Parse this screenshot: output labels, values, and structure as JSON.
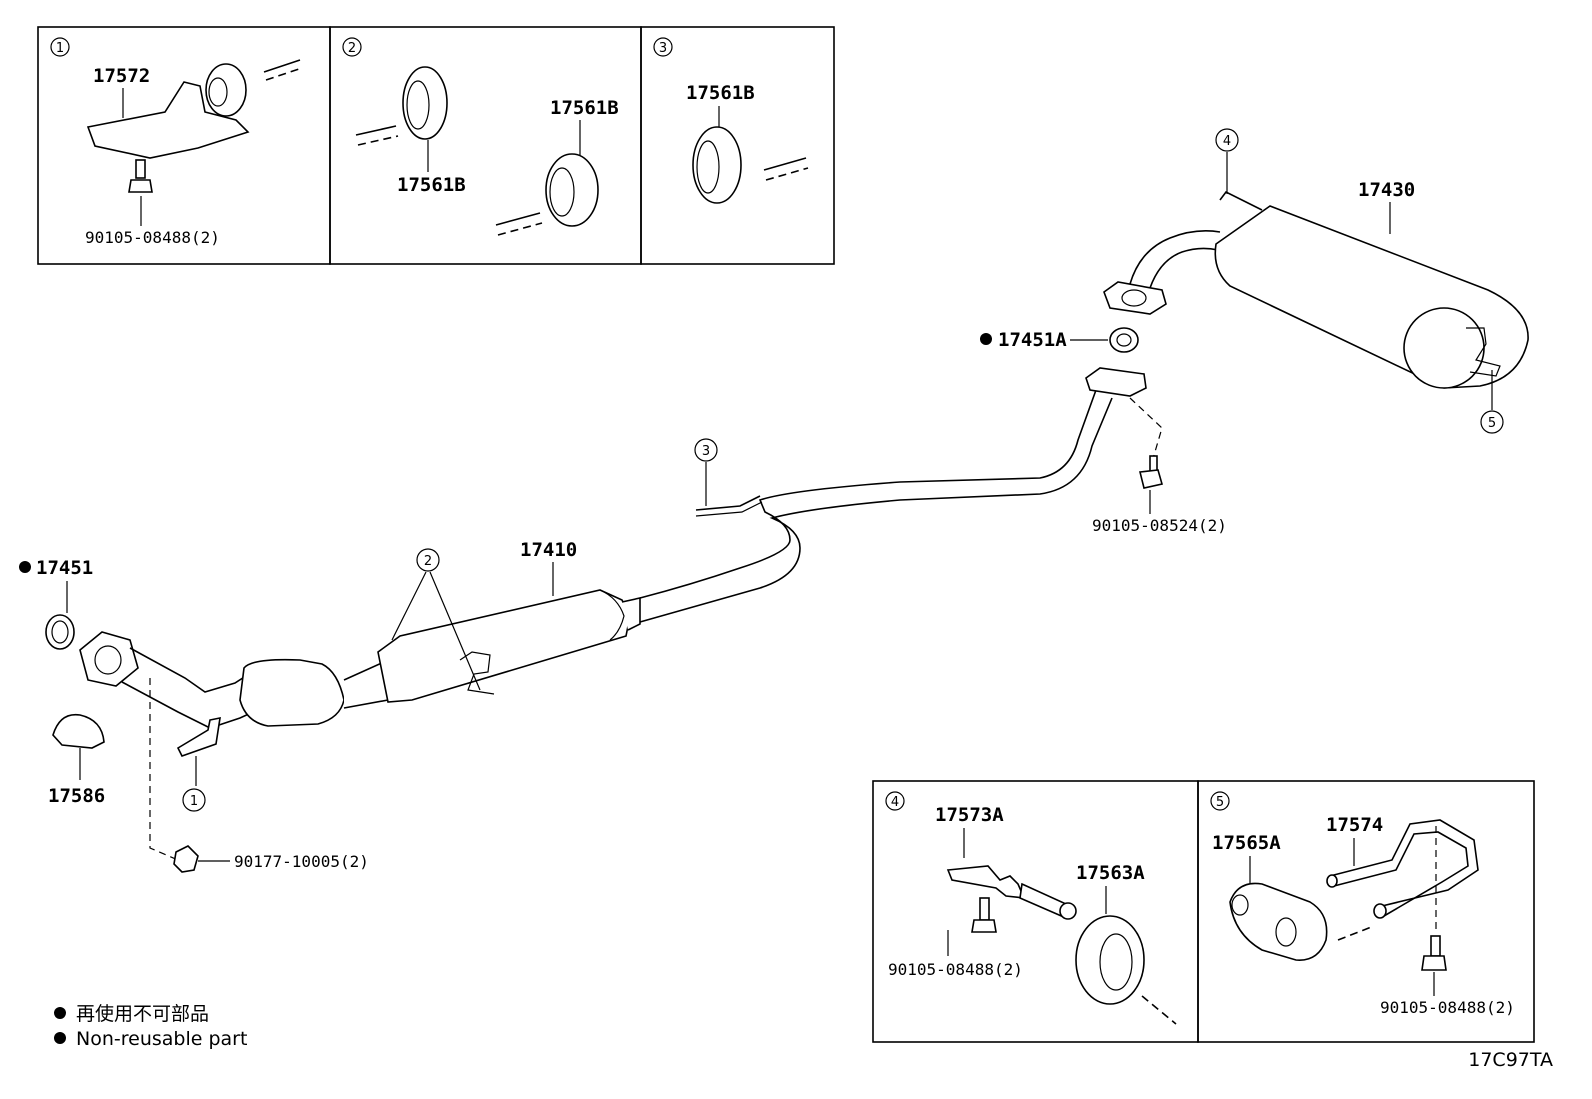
{
  "inset_boxes": {
    "box1": {
      "marker": "1",
      "part_bracket": "17572",
      "bolt": "90105-08488(2)"
    },
    "box2": {
      "marker": "2",
      "part_upper": "17561B",
      "part_lower": "17561B"
    },
    "box3": {
      "marker": "3",
      "part": "17561B"
    },
    "box4": {
      "marker": "4",
      "part_bracket": "17573A",
      "part_hanger": "17563A",
      "bolt": "90105-08488(2)"
    },
    "box5": {
      "marker": "5",
      "part_hanger": "17565A",
      "part_bracket": "17574",
      "bolt": "90105-08488(2)"
    }
  },
  "main": {
    "front_gasket": "17451",
    "heat_insulator": "17586",
    "nut": "90177-10005(2)",
    "center_pipe": "17410",
    "center_gasket": "17451A",
    "tail_pipe": "17430",
    "tail_bolt": "90105-08524(2)",
    "callouts": {
      "c1": "1",
      "c2": "2",
      "c3": "3",
      "c4": "4",
      "c5": "5"
    }
  },
  "legend": {
    "line_jp": "再使用不可部品",
    "line_en": "Non-reusable part"
  },
  "diagram_code": "17C97TA"
}
